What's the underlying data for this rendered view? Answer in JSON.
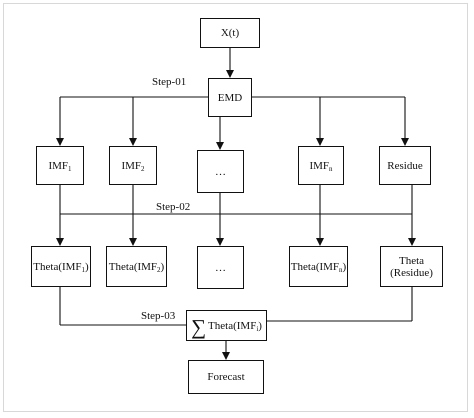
{
  "nodes": {
    "input": "X(t)",
    "emd": "EMD",
    "imf_prefix": "IMF",
    "sub_1": "1",
    "sub_2": "2",
    "sub_n": "n",
    "sub_i": "i",
    "ellipsis": "…",
    "residue": "Residue",
    "theta_prefix": "Theta(",
    "close_paren": ")",
    "theta": "Theta",
    "residue_paren": "(Residue)",
    "sigma": "∑",
    "forecast": "Forecast"
  },
  "steps": {
    "step1": "Step-01",
    "step2": "Step-02",
    "step3": "Step-03"
  }
}
